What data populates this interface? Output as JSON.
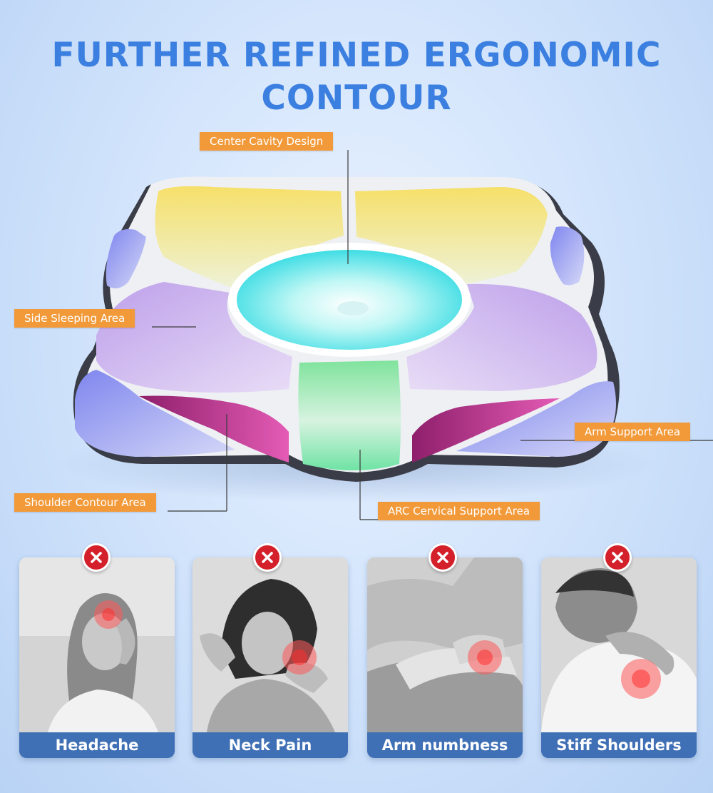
{
  "title": {
    "line1": "FURTHER REFINED ERGONOMIC",
    "line2": "CONTOUR"
  },
  "callouts": {
    "center_cavity": "Center Cavity Design",
    "side_sleeping": "Side Sleeping Area",
    "arm_support": "Arm Support Area",
    "shoulder_contour": "Shoulder Contour Area",
    "arc_cervical": "ARC Cervical Support Area"
  },
  "symptoms": [
    {
      "label": "Headache",
      "icon": "x-mark-icon"
    },
    {
      "label": "Neck Pain",
      "icon": "x-mark-icon"
    },
    {
      "label": "Arm numbness",
      "icon": "x-mark-icon"
    },
    {
      "label": "Stiff Shoulders",
      "icon": "x-mark-icon"
    }
  ],
  "colors": {
    "title": "#3b7fe0",
    "label_bg": "#f29a3a",
    "caption_bg": "#3f6fb5",
    "badge": "#d4202a",
    "yellow_zone": "#f3dd62",
    "cyan_zone": "#5fe6e8",
    "lavender_zone": "#c6a6ee",
    "green_zone": "#8fe6a8",
    "magenta_zone": "#b22a86",
    "blue_zone": "#8e96f0"
  }
}
